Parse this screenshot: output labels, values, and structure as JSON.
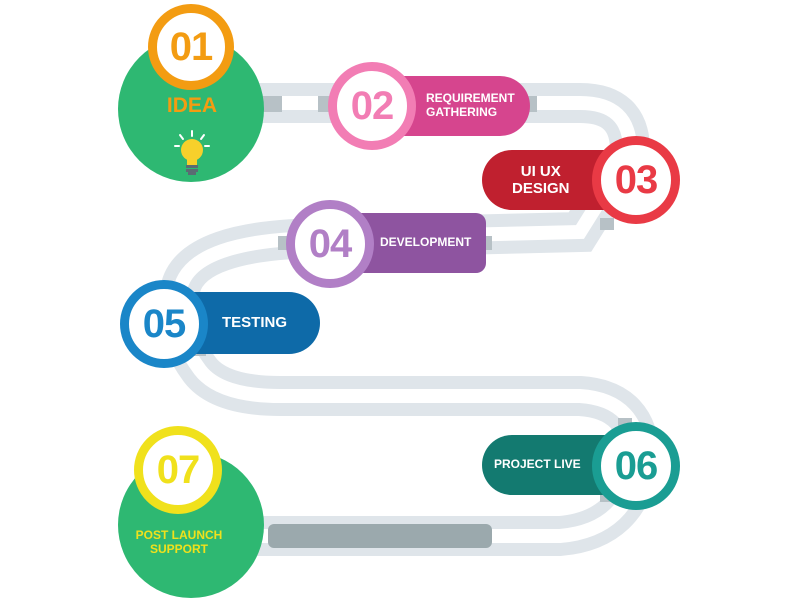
{
  "steps": [
    {
      "number": "01",
      "label": "IDEA",
      "color": "#2eb872",
      "accent": "#f39c12"
    },
    {
      "number": "02",
      "label_line1": "REQUIREMENT",
      "label_line2": "GATHERING",
      "color": "#d6458e",
      "accent": "#f27db4"
    },
    {
      "number": "03",
      "label_line1": "UI UX",
      "label_line2": "DESIGN",
      "color": "#c0202f",
      "accent": "#e93a45"
    },
    {
      "number": "04",
      "label": "DEVELOPMENT",
      "color": "#8e54a0",
      "accent": "#b17fc6"
    },
    {
      "number": "05",
      "label": "TESTING",
      "color": "#0e6aa8",
      "accent": "#1a86c8"
    },
    {
      "number": "06",
      "label": "PROJECT LIVE",
      "color": "#137a70",
      "accent": "#1a9d93"
    },
    {
      "number": "07",
      "label_line1": "POST LAUNCH",
      "label_line2": "SUPPORT",
      "color": "#2eb872",
      "accent": "#f0e11c"
    }
  ],
  "icons": {
    "idea": "lightbulb-icon"
  }
}
